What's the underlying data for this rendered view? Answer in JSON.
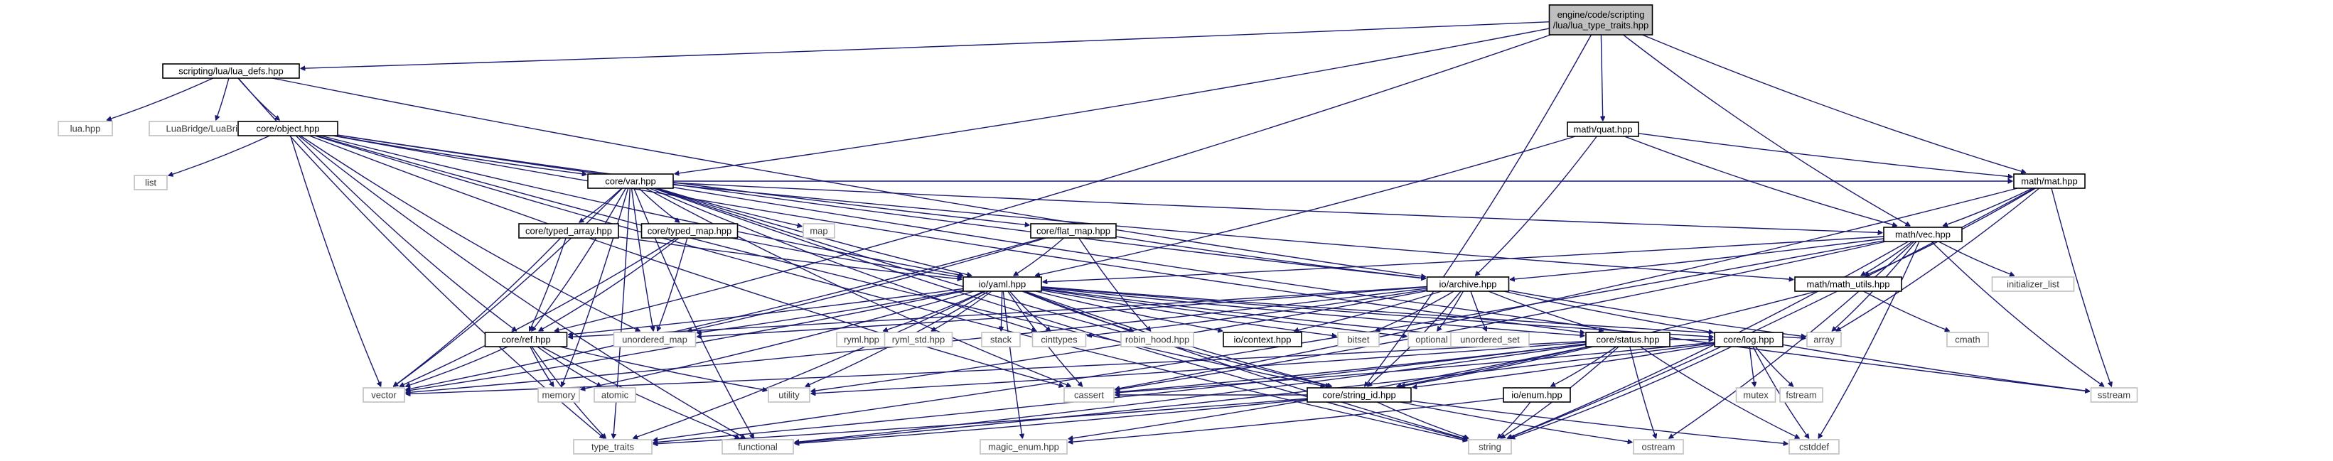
{
  "title": "engine/code/scripting/lua/lua_type_traits.hpp",
  "colors": {
    "edge": "#191970",
    "root_fill": "#bfbfbf",
    "system_border": "#bfbfbf",
    "header_border": "#000000"
  },
  "nodes": {
    "root": {
      "label": "engine/code/scripting\n/lua/lua_type_traits.hpp",
      "kind": "root"
    },
    "lua_defs": {
      "label": "scripting/lua/lua_defs.hpp",
      "kind": "header"
    },
    "lua_hpp": {
      "label": "lua.hpp",
      "kind": "system"
    },
    "luabridge": {
      "label": "LuaBridge/LuaBridge.h",
      "kind": "system"
    },
    "object": {
      "label": "core/object.hpp",
      "kind": "header"
    },
    "list": {
      "label": "list",
      "kind": "system"
    },
    "var": {
      "label": "core/var.hpp",
      "kind": "header"
    },
    "map": {
      "label": "map",
      "kind": "system"
    },
    "typed_array": {
      "label": "core/typed_array.hpp",
      "kind": "header"
    },
    "typed_map": {
      "label": "core/typed_map.hpp",
      "kind": "header"
    },
    "flat_map": {
      "label": "core/flat_map.hpp",
      "kind": "header"
    },
    "quat": {
      "label": "math/quat.hpp",
      "kind": "header"
    },
    "mat": {
      "label": "math/mat.hpp",
      "kind": "header"
    },
    "vec": {
      "label": "math/vec.hpp",
      "kind": "header"
    },
    "math_utils": {
      "label": "math/math_utils.hpp",
      "kind": "header"
    },
    "initializer_list": {
      "label": "initializer_list",
      "kind": "system"
    },
    "cmath": {
      "label": "cmath",
      "kind": "system"
    },
    "yaml": {
      "label": "io/yaml.hpp",
      "kind": "header"
    },
    "archive": {
      "label": "io/archive.hpp",
      "kind": "header"
    },
    "ref": {
      "label": "core/ref.hpp",
      "kind": "header"
    },
    "unordered_map": {
      "label": "unordered_map",
      "kind": "system"
    },
    "ryml": {
      "label": "ryml.hpp",
      "kind": "system"
    },
    "ryml_std": {
      "label": "ryml_std.hpp",
      "kind": "system"
    },
    "stack": {
      "label": "stack",
      "kind": "system"
    },
    "cinttypes": {
      "label": "cinttypes",
      "kind": "system"
    },
    "robin_hood": {
      "label": "robin_hood.hpp",
      "kind": "system"
    },
    "context": {
      "label": "io/context.hpp",
      "kind": "header"
    },
    "bitset": {
      "label": "bitset",
      "kind": "system"
    },
    "optional": {
      "label": "optional",
      "kind": "system"
    },
    "unordered_set": {
      "label": "unordered_set",
      "kind": "system"
    },
    "status": {
      "label": "core/status.hpp",
      "kind": "header"
    },
    "log": {
      "label": "core/log.hpp",
      "kind": "header"
    },
    "array": {
      "label": "array",
      "kind": "system"
    },
    "vector": {
      "label": "vector",
      "kind": "system"
    },
    "memory": {
      "label": "memory",
      "kind": "system"
    },
    "atomic": {
      "label": "atomic",
      "kind": "system"
    },
    "utility": {
      "label": "utility",
      "kind": "system"
    },
    "cassert": {
      "label": "cassert",
      "kind": "system"
    },
    "string_id": {
      "label": "core/string_id.hpp",
      "kind": "header"
    },
    "enum": {
      "label": "io/enum.hpp",
      "kind": "header"
    },
    "mutex": {
      "label": "mutex",
      "kind": "system"
    },
    "fstream": {
      "label": "fstream",
      "kind": "system"
    },
    "sstream": {
      "label": "sstream",
      "kind": "system"
    },
    "type_traits": {
      "label": "type_traits",
      "kind": "system"
    },
    "functional": {
      "label": "functional",
      "kind": "system"
    },
    "magic_enum": {
      "label": "magic_enum.hpp",
      "kind": "system"
    },
    "string": {
      "label": "string",
      "kind": "system"
    },
    "ostream": {
      "label": "ostream",
      "kind": "system"
    },
    "cstddef": {
      "label": "cstddef",
      "kind": "system"
    }
  },
  "edges": [
    [
      "root",
      "lua_defs"
    ],
    [
      "root",
      "var"
    ],
    [
      "root",
      "quat"
    ],
    [
      "root",
      "mat"
    ],
    [
      "root",
      "vec"
    ],
    [
      "root",
      "ref"
    ],
    [
      "root",
      "string_id"
    ],
    [
      "lua_defs",
      "lua_hpp"
    ],
    [
      "lua_defs",
      "luabridge"
    ],
    [
      "lua_defs",
      "object"
    ],
    [
      "lua_defs",
      "type_traits"
    ],
    [
      "lua_defs",
      "archive"
    ],
    [
      "object",
      "list"
    ],
    [
      "object",
      "var"
    ],
    [
      "object",
      "ref"
    ],
    [
      "object",
      "vector"
    ],
    [
      "object",
      "string_id"
    ],
    [
      "object",
      "yaml"
    ],
    [
      "object",
      "archive"
    ],
    [
      "object",
      "status"
    ],
    [
      "object",
      "functional"
    ],
    [
      "object",
      "string"
    ],
    [
      "object",
      "unordered_map"
    ],
    [
      "object",
      "cassert"
    ],
    [
      "object",
      "flat_map"
    ],
    [
      "var",
      "map"
    ],
    [
      "var",
      "typed_array"
    ],
    [
      "var",
      "typed_map"
    ],
    [
      "var",
      "vec"
    ],
    [
      "var",
      "mat"
    ],
    [
      "var",
      "math_utils"
    ],
    [
      "var",
      "yaml"
    ],
    [
      "var",
      "ref"
    ],
    [
      "var",
      "vector"
    ],
    [
      "var",
      "string_id"
    ],
    [
      "var",
      "type_traits"
    ],
    [
      "var",
      "functional"
    ],
    [
      "var",
      "string"
    ],
    [
      "var",
      "memory"
    ],
    [
      "var",
      "cinttypes"
    ],
    [
      "var",
      "sstream"
    ],
    [
      "var",
      "unordered_map"
    ],
    [
      "var",
      "cassert"
    ],
    [
      "typed_array",
      "yaml"
    ],
    [
      "typed_array",
      "ref"
    ],
    [
      "typed_array",
      "vector"
    ],
    [
      "typed_map",
      "yaml"
    ],
    [
      "typed_map",
      "ref"
    ],
    [
      "typed_map",
      "unordered_map"
    ],
    [
      "typed_map",
      "vector"
    ],
    [
      "flat_map",
      "yaml"
    ],
    [
      "flat_map",
      "archive"
    ],
    [
      "flat_map",
      "vector"
    ],
    [
      "flat_map",
      "robin_hood"
    ],
    [
      "flat_map",
      "unordered_map"
    ],
    [
      "quat",
      "vec"
    ],
    [
      "quat",
      "yaml"
    ],
    [
      "quat",
      "archive"
    ],
    [
      "quat",
      "mat"
    ],
    [
      "mat",
      "vec"
    ],
    [
      "mat",
      "math_utils"
    ],
    [
      "mat",
      "sstream"
    ],
    [
      "mat",
      "string"
    ],
    [
      "mat",
      "cassert"
    ],
    [
      "mat",
      "array"
    ],
    [
      "vec",
      "math_utils"
    ],
    [
      "vec",
      "yaml"
    ],
    [
      "vec",
      "archive"
    ],
    [
      "vec",
      "initializer_list"
    ],
    [
      "vec",
      "sstream"
    ],
    [
      "vec",
      "array"
    ],
    [
      "vec",
      "string"
    ],
    [
      "vec",
      "ostream"
    ],
    [
      "vec",
      "cstddef"
    ],
    [
      "vec",
      "cassert"
    ],
    [
      "vec",
      "type_traits"
    ],
    [
      "math_utils",
      "cmath"
    ],
    [
      "math_utils",
      "string_id"
    ],
    [
      "yaml",
      "ref"
    ],
    [
      "yaml",
      "unordered_map"
    ],
    [
      "yaml",
      "ryml"
    ],
    [
      "yaml",
      "ryml_std"
    ],
    [
      "yaml",
      "stack"
    ],
    [
      "yaml",
      "cinttypes"
    ],
    [
      "yaml",
      "robin_hood"
    ],
    [
      "yaml",
      "context"
    ],
    [
      "yaml",
      "bitset"
    ],
    [
      "yaml",
      "optional"
    ],
    [
      "yaml",
      "unordered_set"
    ],
    [
      "yaml",
      "status"
    ],
    [
      "yaml",
      "log"
    ],
    [
      "yaml",
      "array"
    ],
    [
      "yaml",
      "vector"
    ],
    [
      "yaml",
      "utility"
    ],
    [
      "yaml",
      "cassert"
    ],
    [
      "yaml",
      "string_id"
    ],
    [
      "yaml",
      "type_traits"
    ],
    [
      "yaml",
      "magic_enum"
    ],
    [
      "yaml",
      "string"
    ],
    [
      "yaml",
      "memory"
    ],
    [
      "archive",
      "ref"
    ],
    [
      "archive",
      "unordered_map"
    ],
    [
      "archive",
      "cinttypes"
    ],
    [
      "archive",
      "context"
    ],
    [
      "archive",
      "bitset"
    ],
    [
      "archive",
      "optional"
    ],
    [
      "archive",
      "unordered_set"
    ],
    [
      "archive",
      "status"
    ],
    [
      "archive",
      "log"
    ],
    [
      "archive",
      "array"
    ],
    [
      "archive",
      "vector"
    ],
    [
      "archive",
      "string_id"
    ],
    [
      "archive",
      "utility"
    ],
    [
      "ref",
      "vector"
    ],
    [
      "ref",
      "memory"
    ],
    [
      "ref",
      "atomic"
    ],
    [
      "ref",
      "utility"
    ],
    [
      "ref",
      "type_traits"
    ],
    [
      "ref",
      "functional"
    ],
    [
      "status",
      "log"
    ],
    [
      "status",
      "string_id"
    ],
    [
      "status",
      "vector"
    ],
    [
      "status",
      "cassert"
    ],
    [
      "status",
      "utility"
    ],
    [
      "status",
      "enum"
    ],
    [
      "status",
      "ostream"
    ],
    [
      "status",
      "cstddef"
    ],
    [
      "status",
      "string"
    ],
    [
      "status",
      "type_traits"
    ],
    [
      "status",
      "functional"
    ],
    [
      "status",
      "magic_enum"
    ],
    [
      "log",
      "mutex"
    ],
    [
      "log",
      "fstream"
    ],
    [
      "log",
      "sstream"
    ],
    [
      "log",
      "string_id"
    ],
    [
      "log",
      "string"
    ],
    [
      "log",
      "cstddef"
    ],
    [
      "log",
      "cassert"
    ],
    [
      "log",
      "functional"
    ],
    [
      "string_id",
      "string"
    ],
    [
      "string_id",
      "ostream"
    ],
    [
      "string_id",
      "cstddef"
    ],
    [
      "string_id",
      "type_traits"
    ],
    [
      "string_id",
      "functional"
    ],
    [
      "string_id",
      "cassert"
    ],
    [
      "enum",
      "magic_enum"
    ],
    [
      "enum",
      "string"
    ]
  ]
}
